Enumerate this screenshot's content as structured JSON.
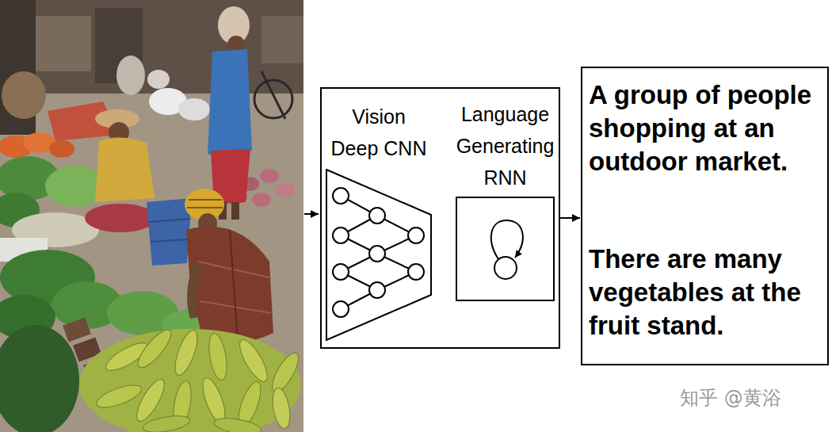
{
  "diagram": {
    "nodes": [
      {
        "text": []
      },
      {
        "text": [
          "Vision Deep CNN"
        ],
        "in": 0
      },
      {
        "text": [
          "Language Generating RNN"
        ],
        "in": 0
      },
      {
        "text": [
          "A group of people shopping at an outdoor market.",
          "There are many vegetables at the fruit stand."
        ]
      }
    ],
    "edges": [
      {
        "from": 1,
        "to": 2,
        "arrow": "to"
      },
      {
        "from": 0,
        "to": 3,
        "arrow": "to"
      }
    ],
    "labels": [
      "知乎 @黄浴"
    ]
  }
}
